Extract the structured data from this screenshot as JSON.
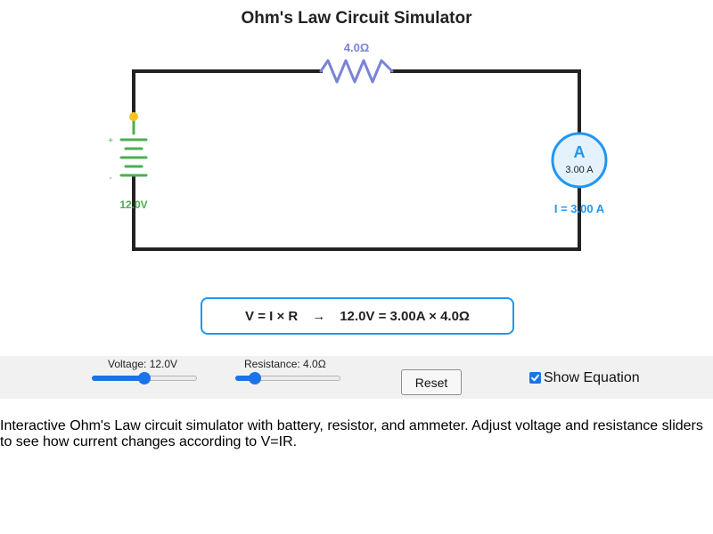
{
  "title": "Ohm's Law Circuit Simulator",
  "circuit": {
    "resistor_label": "4.0Ω",
    "battery_plus": "+",
    "battery_minus": "-",
    "battery_label": "12.0V",
    "ammeter_symbol": "A",
    "ammeter_reading": "3.00 A",
    "current_label": "I = 3.00 A"
  },
  "equation": {
    "formula": "V = I × R",
    "arrow": "→",
    "substituted": "12.0V = 3.00A × 4.0Ω"
  },
  "controls": {
    "voltage_label": "Voltage: 12.0V",
    "voltage_fraction": 0.5,
    "resistance_label": "Resistance: 4.0Ω",
    "resistance_fraction": 0.19,
    "reset_label": "Reset",
    "show_equation_label": "Show Equation",
    "show_equation_checked": true
  },
  "description": "Interactive Ohm's Law circuit simulator with battery, resistor, and ammeter. Adjust voltage and resistance sliders to see how current changes according to V=IR.",
  "colors": {
    "wire": "#222222",
    "resistor": "#7b83d6",
    "battery": "#4caf50",
    "ammeter": "#2196f3",
    "ammeter_fill": "#e3f2fd",
    "electron": "#f5c518",
    "accent": "#1a73e8"
  }
}
